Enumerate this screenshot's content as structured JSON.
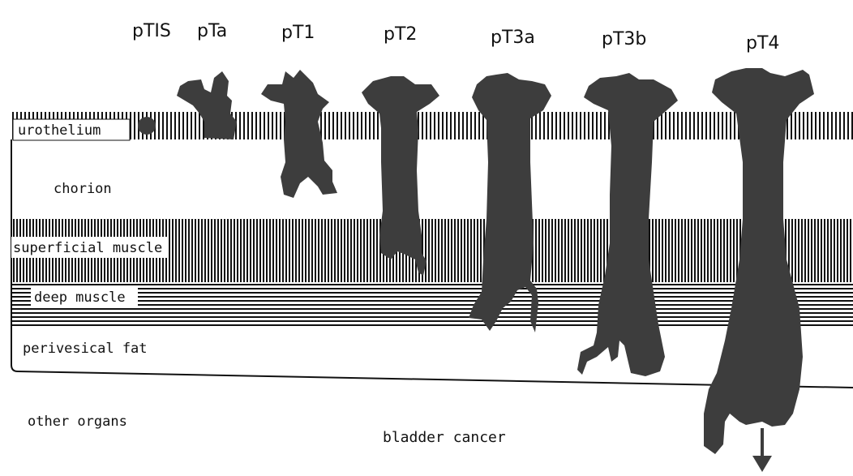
{
  "stages": [
    "pTIS",
    "pTa",
    "pT1",
    "pT2",
    "pT3a",
    "pT3b",
    "pT4"
  ],
  "layers": {
    "urothelium": "urothelium",
    "chorion": "chorion",
    "superficial_muscle": "superficial muscle",
    "deep_muscle": "deep muscle",
    "perivesical_fat": "perivesical fat",
    "other_organs": "other organs"
  },
  "caption": "bladder cancer",
  "colors": {
    "tumor": "#3d3d3d",
    "line": "#111111",
    "background": "#ffffff"
  }
}
